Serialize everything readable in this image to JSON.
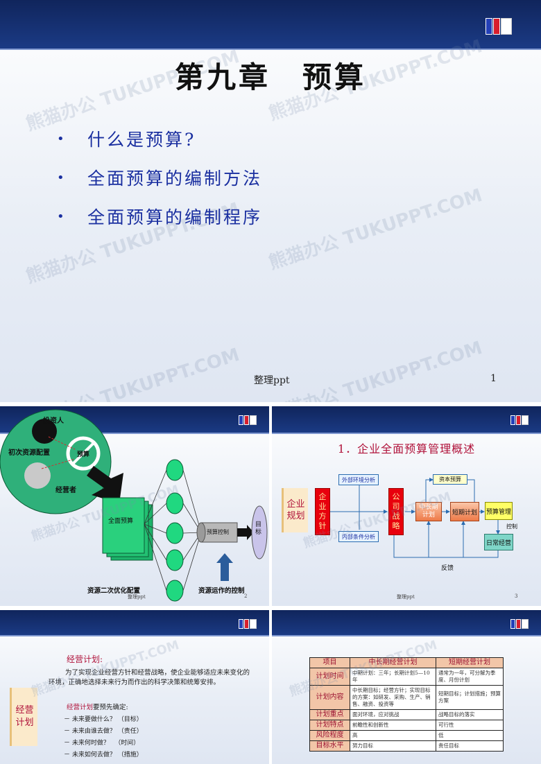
{
  "slide1": {
    "title": "第九章　预算",
    "bullets": [
      "什么是预算?",
      "全面预算的编制方法",
      "全面预算的编制程序"
    ],
    "footer_label": "整理ppt",
    "page_number": "1"
  },
  "slide2": {
    "labels": {
      "investor": "投资人",
      "allocation": "初次资源配置",
      "operator": "经营者",
      "budget_sign": "预算",
      "comprehensive_budget": "全面预算",
      "budget_control": "预算控制",
      "target": "目标"
    },
    "caption_left": "资源二次优化配置",
    "caption_right": "资源运作的控制",
    "footer_label": "整理ppt",
    "page_number": "2"
  },
  "slide3": {
    "title": "1．企业全面预算管理概述",
    "boxes": {
      "enterprise_planning": "企业\n规划",
      "policy": "企\n业\n方\n针",
      "external": "外部环境分析",
      "internal": "内部条件分析",
      "strategy": "公\n司\n战\n略",
      "long_plan": "中长期\n计划",
      "capital_budget": "资本预算",
      "short_plan": "短期计划",
      "budget_mgmt": "预算管理",
      "daily_ops": "日常经营"
    },
    "control_label": "控制",
    "feedback_label": "反馈",
    "footer_label": "整理ppt",
    "page_number": "3"
  },
  "slide4": {
    "side_label": "经营\n计划",
    "heading": "经营计划:",
    "paragraph": "为了实现企业经营方针和经营战略，使企业能够适应未来变化的环境，正确地选择未来行为而作出的科学决策和统筹安排。",
    "sub_prefix": "经营计划",
    "sub_suffix": "要预先确定:",
    "list": [
      "－ 未来要做什么？ （目标）",
      "－ 未来由谁去做？ （责任）",
      "－ 未来何时做？ 　（时间）",
      "－ 未来如何去做？ （措施）"
    ]
  },
  "slide5": {
    "headers": [
      "项目",
      "中长期经营计划",
      "短期经营计划"
    ],
    "rows": [
      [
        "计划时间",
        "中期计划：三年；长期计划5—10年",
        "通常为一年，可分解为季度、月份计划"
      ],
      [
        "计划内容",
        "中长期目标；经营方针；实现目标的方案：如研发、采购、生产、销售、融资、投资等",
        "短期目标；计划措施；预算方案"
      ],
      [
        "计划重点",
        "面对环境，应对挑战",
        "战略目标的落实"
      ],
      [
        "计划特点",
        "前瞻性和创新性",
        "可行性"
      ],
      [
        "风险程度",
        "高",
        "低"
      ],
      [
        "目标水平",
        "努力目标",
        "责任目标"
      ]
    ]
  },
  "watermark": "熊猫办公 TUKUPPT.COM",
  "colors": {
    "band": "#1b3b86",
    "bullet_text": "#1a2fa0",
    "accent_red": "#b0123a",
    "policy_box": "#e8000d",
    "long_plan": "#f08a5d",
    "budget_box": "#ffff66",
    "daily_box": "#7fd6c8"
  }
}
